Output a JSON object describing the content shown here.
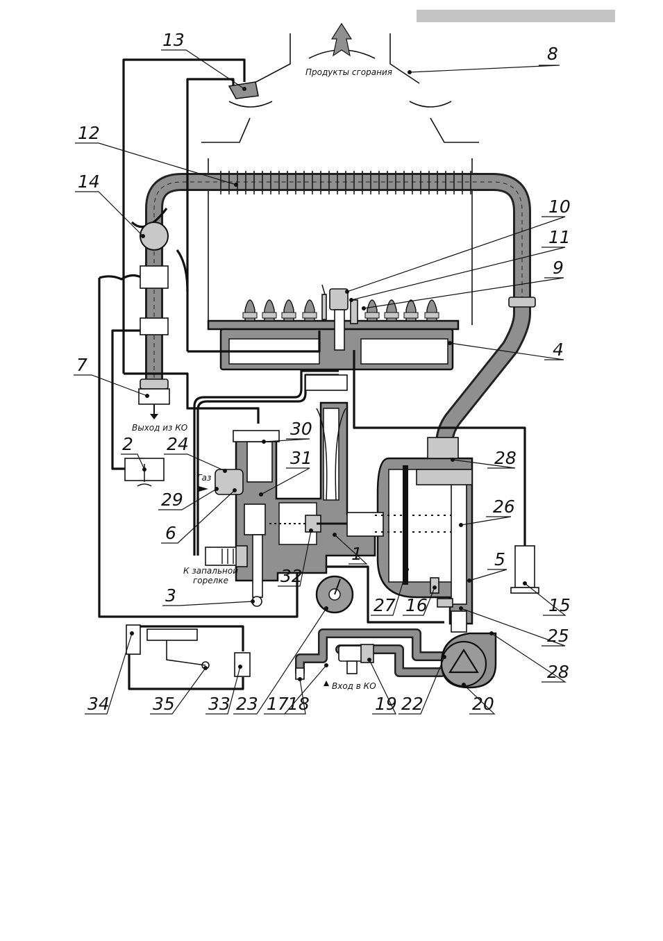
{
  "diagram": {
    "labels": {
      "combustion_products": "Продукты сгорания",
      "outlet_ko": "Выход из КО",
      "inlet_ko": "Вход в КО",
      "gas": "Газ",
      "to_pilot_line1": "К запальной",
      "to_pilot_line2": "горелке"
    },
    "callouts": [
      {
        "id": "c1",
        "text": "1"
      },
      {
        "id": "c2",
        "text": "2"
      },
      {
        "id": "c3",
        "text": "3"
      },
      {
        "id": "c4",
        "text": "4"
      },
      {
        "id": "c5",
        "text": "5"
      },
      {
        "id": "c6",
        "text": "6"
      },
      {
        "id": "c7",
        "text": "7"
      },
      {
        "id": "c8",
        "text": "8"
      },
      {
        "id": "c9",
        "text": "9"
      },
      {
        "id": "c10",
        "text": "10"
      },
      {
        "id": "c11",
        "text": "11"
      },
      {
        "id": "c12",
        "text": "12"
      },
      {
        "id": "c13",
        "text": "13"
      },
      {
        "id": "c14",
        "text": "14"
      },
      {
        "id": "c15",
        "text": "15"
      },
      {
        "id": "c16",
        "text": "16"
      },
      {
        "id": "c17",
        "text": "17"
      },
      {
        "id": "c18",
        "text": "18"
      },
      {
        "id": "c19",
        "text": "19"
      },
      {
        "id": "c20",
        "text": "20"
      },
      {
        "id": "c22",
        "text": "22"
      },
      {
        "id": "c23",
        "text": "23"
      },
      {
        "id": "c24",
        "text": "24"
      },
      {
        "id": "c25",
        "text": "25"
      },
      {
        "id": "c26",
        "text": "26"
      },
      {
        "id": "c27",
        "text": "27"
      },
      {
        "id": "c28a",
        "text": "28"
      },
      {
        "id": "c28b",
        "text": "28"
      },
      {
        "id": "c29",
        "text": "29"
      },
      {
        "id": "c30",
        "text": "30"
      },
      {
        "id": "c31",
        "text": "31"
      },
      {
        "id": "c32",
        "text": "32"
      },
      {
        "id": "c33",
        "text": "33"
      },
      {
        "id": "c34",
        "text": "34"
      },
      {
        "id": "c35",
        "text": "35"
      }
    ]
  }
}
